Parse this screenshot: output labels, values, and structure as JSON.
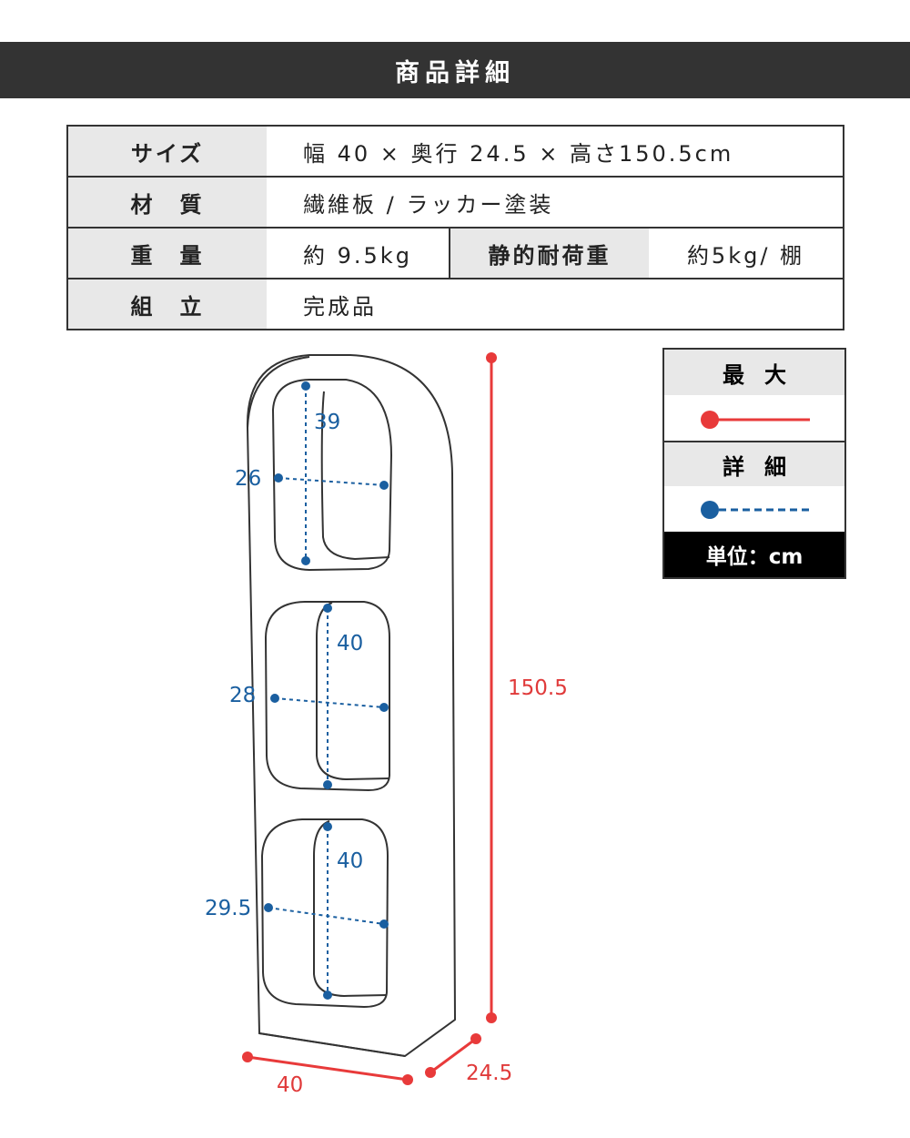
{
  "header": {
    "title": "商品詳細"
  },
  "specs": [
    {
      "label": "サイズ",
      "value": "幅 40 × 奥行 24.5 × 高さ150.5cm"
    },
    {
      "label": "材　質",
      "value": "繊維板 / ラッカー塗装"
    },
    {
      "label": "重　量",
      "value": "約 9.5kg",
      "label2": "静的耐荷重",
      "value2": "約5kg/ 棚"
    },
    {
      "label": "組　立",
      "value": "完成品"
    }
  ],
  "legend": {
    "max_label": "最大",
    "detail_label": "詳細",
    "unit": "単位：cm",
    "max_color": "#e83a3a",
    "detail_color": "#1a5fa0"
  },
  "dimensions": {
    "overall": {
      "height": "150.5",
      "width": "40",
      "depth": "24.5"
    },
    "shelves": [
      {
        "height": "39",
        "width": "26"
      },
      {
        "height": "40",
        "width": "28"
      },
      {
        "height": "40",
        "width": "29.5"
      }
    ]
  }
}
